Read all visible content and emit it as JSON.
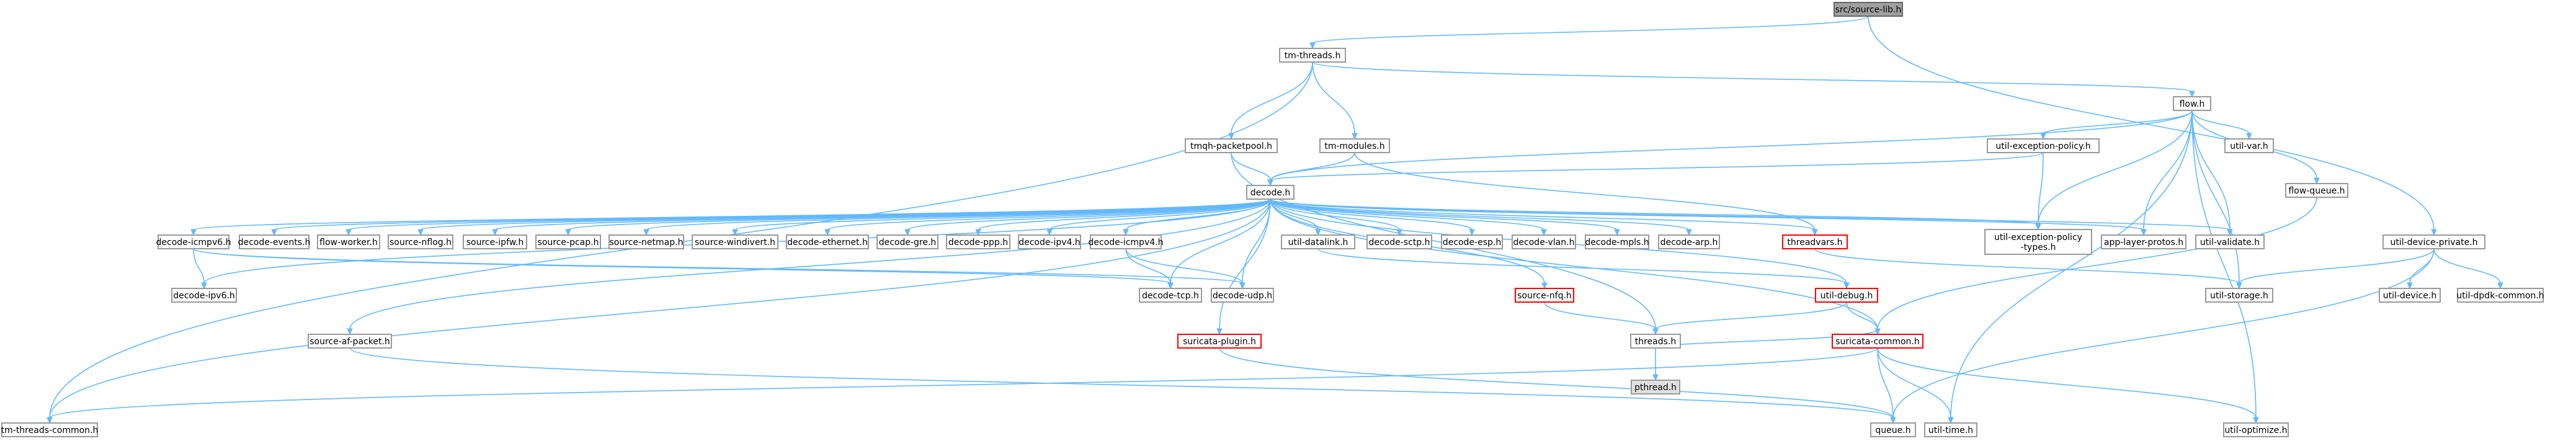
{
  "colors": {
    "edge": "#63b8ff",
    "node_border": "#999999",
    "red_border": "#ff0000",
    "root_fill": "#a0a0a0",
    "grey_fill": "#e0e0e0"
  },
  "nodes": [
    {
      "id": "src-source-lib-h",
      "label": "src/source-lib.h",
      "style": "root"
    },
    {
      "id": "tm-threads-h",
      "label": "tm-threads.h"
    },
    {
      "id": "flow-h",
      "label": "flow.h"
    },
    {
      "id": "util-device-private-h",
      "label": "util-device-private.h"
    },
    {
      "id": "tmqh-packetpool-h",
      "label": "tmqh-packetpool.h"
    },
    {
      "id": "tm-modules-h",
      "label": "tm-modules.h"
    },
    {
      "id": "util-exception-policy-h",
      "label": "util-exception-policy.h"
    },
    {
      "id": "util-var-h",
      "label": "util-var.h"
    },
    {
      "id": "flow-queue-h",
      "label": "flow-queue.h"
    },
    {
      "id": "decode-h",
      "label": "decode.h"
    },
    {
      "id": "decode-icmpv6-h",
      "label": "decode-icmpv6.h"
    },
    {
      "id": "decode-events-h",
      "label": "decode-events.h"
    },
    {
      "id": "flow-worker-h",
      "label": "flow-worker.h"
    },
    {
      "id": "source-nflog-h",
      "label": "source-nflog.h"
    },
    {
      "id": "source-ipfw-h",
      "label": "source-ipfw.h"
    },
    {
      "id": "source-pcap-h",
      "label": "source-pcap.h"
    },
    {
      "id": "source-netmap-h",
      "label": "source-netmap.h"
    },
    {
      "id": "source-windivert-h",
      "label": "source-windivert.h"
    },
    {
      "id": "decode-ethernet-h",
      "label": "decode-ethernet.h"
    },
    {
      "id": "decode-gre-h",
      "label": "decode-gre.h"
    },
    {
      "id": "decode-ppp-h",
      "label": "decode-ppp.h"
    },
    {
      "id": "decode-ipv4-h",
      "label": "decode-ipv4.h"
    },
    {
      "id": "decode-icmpv4-h",
      "label": "decode-icmpv4.h"
    },
    {
      "id": "util-datalink-h",
      "label": "util-datalink.h"
    },
    {
      "id": "decode-sctp-h",
      "label": "decode-sctp.h"
    },
    {
      "id": "decode-esp-h",
      "label": "decode-esp.h"
    },
    {
      "id": "decode-vlan-h",
      "label": "decode-vlan.h"
    },
    {
      "id": "decode-mpls-h",
      "label": "decode-mpls.h"
    },
    {
      "id": "decode-arp-h",
      "label": "decode-arp.h"
    },
    {
      "id": "threadvars-h",
      "label": "threadvars.h",
      "style": "red"
    },
    {
      "id": "util-exception-policy-types-h",
      "label": "util-exception-policy\n-types.h"
    },
    {
      "id": "app-layer-protos-h",
      "label": "app-layer-protos.h"
    },
    {
      "id": "util-validate-h",
      "label": "util-validate.h"
    },
    {
      "id": "decode-ipv6-h",
      "label": "decode-ipv6.h"
    },
    {
      "id": "decode-tcp-h",
      "label": "decode-tcp.h"
    },
    {
      "id": "decode-udp-h",
      "label": "decode-udp.h"
    },
    {
      "id": "source-nfq-h",
      "label": "source-nfq.h",
      "style": "red"
    },
    {
      "id": "util-debug-h",
      "label": "util-debug.h",
      "style": "red"
    },
    {
      "id": "util-storage-h",
      "label": "util-storage.h"
    },
    {
      "id": "util-device-h",
      "label": "util-device.h"
    },
    {
      "id": "util-dpdk-common-h",
      "label": "util-dpdk-common.h"
    },
    {
      "id": "source-af-packet-h",
      "label": "source-af-packet.h"
    },
    {
      "id": "suricata-plugin-h",
      "label": "suricata-plugin.h",
      "style": "red"
    },
    {
      "id": "threads-h",
      "label": "threads.h"
    },
    {
      "id": "pthread-h",
      "label": "pthread.h",
      "style": "grey"
    },
    {
      "id": "suricata-common-h",
      "label": "suricata-common.h",
      "style": "red"
    },
    {
      "id": "tm-threads-common-h",
      "label": "tm-threads-common.h"
    },
    {
      "id": "queue-h",
      "label": "queue.h"
    },
    {
      "id": "util-time-h",
      "label": "util-time.h"
    },
    {
      "id": "util-optimize-h",
      "label": "util-optimize.h"
    }
  ]
}
